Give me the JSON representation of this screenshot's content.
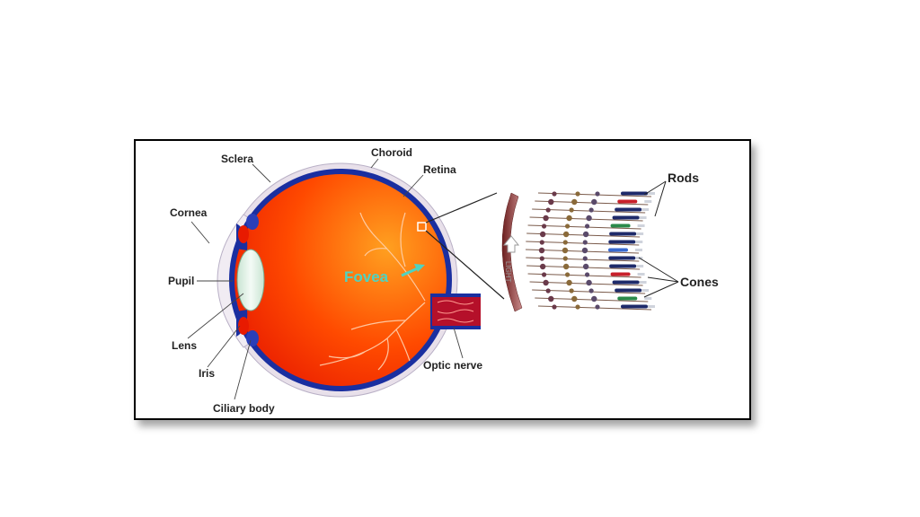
{
  "labels": {
    "sclera": "Sclera",
    "choroid": "Choroid",
    "retina": "Retina",
    "cornea": "Cornea",
    "pupil": "Pupil",
    "lens": "Lens",
    "iris": "Iris",
    "ciliary_body": "Ciliary body",
    "optic_nerve": "Optic nerve",
    "fovea": "Fovea",
    "rods": "Rods",
    "cones": "Cones",
    "light": "LIGHT"
  },
  "colors": {
    "vitreous": "#ff2a00",
    "choroid": "#1a2fa0",
    "sclera": "#e8e0ea",
    "lens": "#dff0e6",
    "fovea_label": "#4fd3c0",
    "nerve": "#b5102a"
  }
}
